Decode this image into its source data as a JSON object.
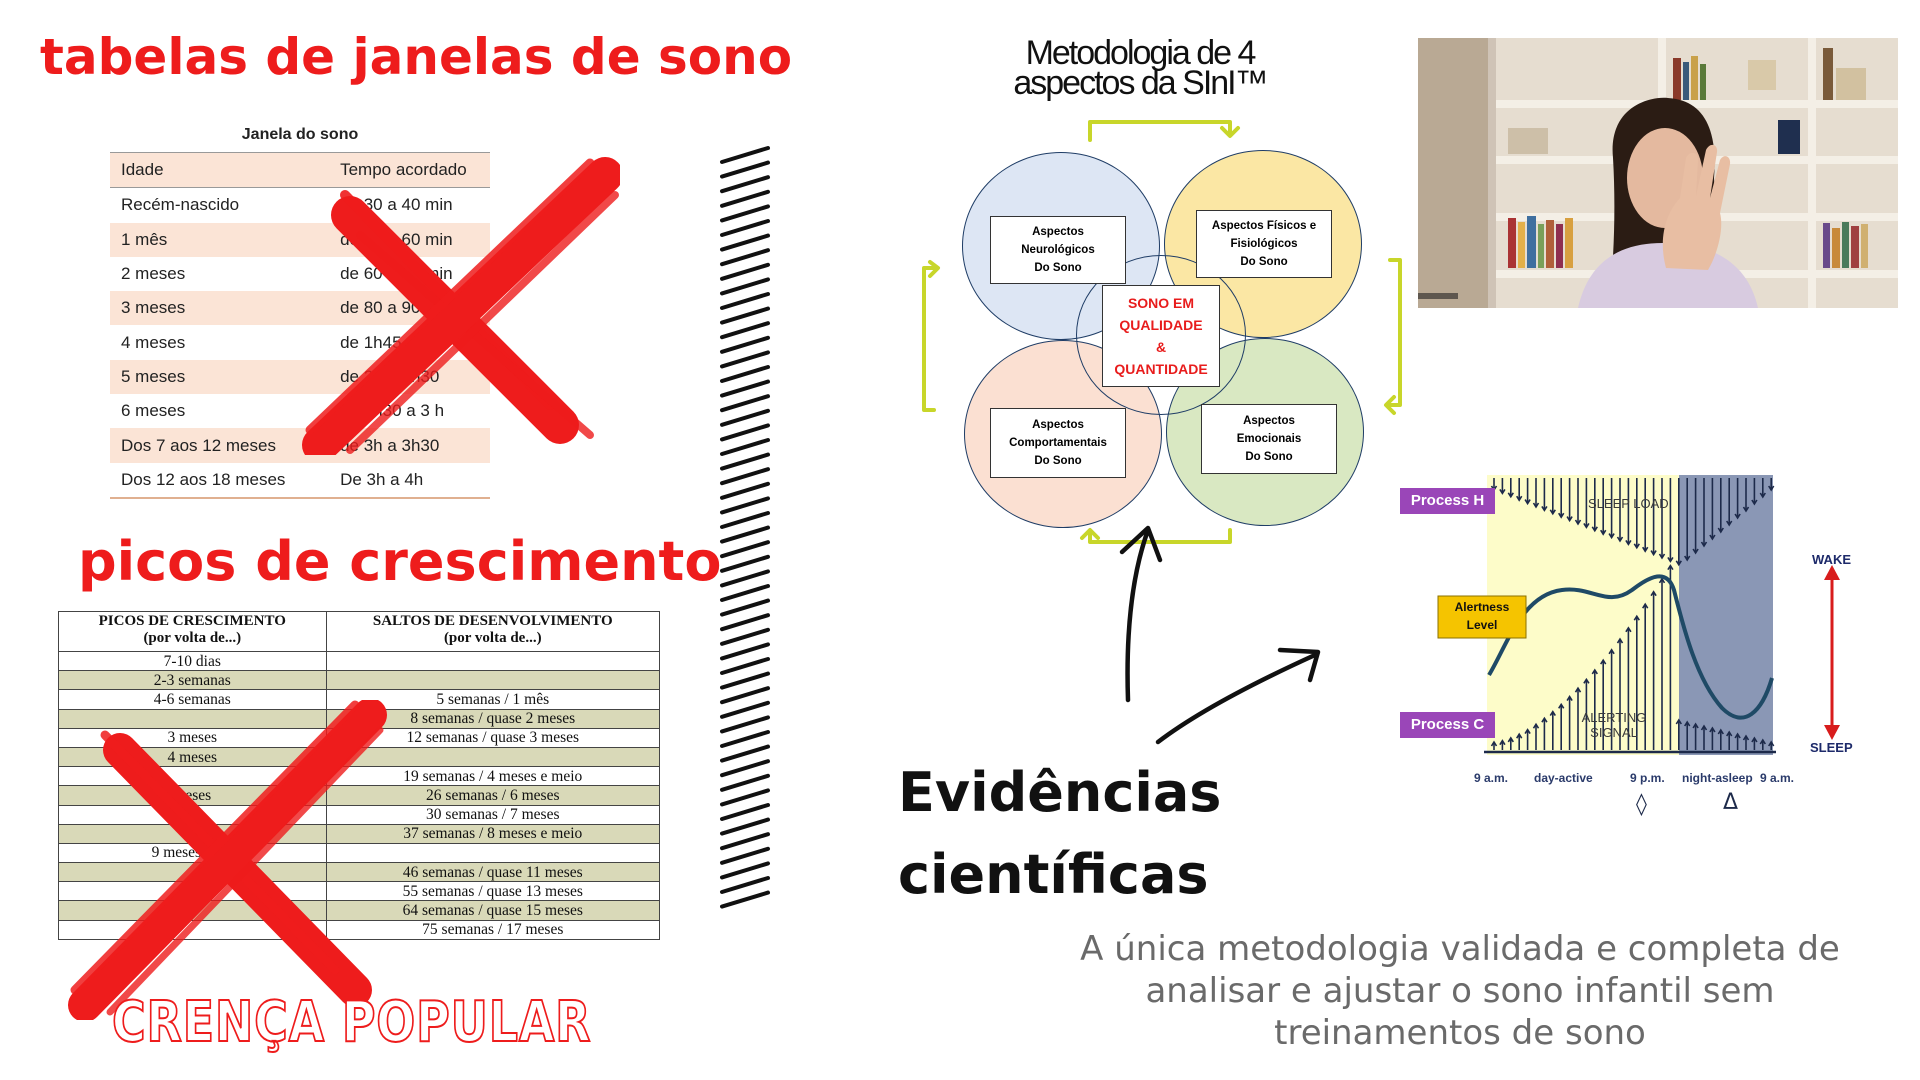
{
  "colors": {
    "accent_red": "#ee1c1c",
    "dark": "#111111",
    "grey_text": "#6a6a6a"
  },
  "left": {
    "title1": "tabelas de janelas de sono",
    "title2": "picos de crescimento",
    "crenca": "CRENÇA POPULAR",
    "janela_table": {
      "caption": "Janela do sono",
      "col1": "Idade",
      "col2": "Tempo acordado",
      "rows": [
        [
          "Recém-nascido",
          "de 30 a 40 min"
        ],
        [
          "1 mês",
          "de 40 a 60 min"
        ],
        [
          "2 meses",
          "de 60 a 90 min"
        ],
        [
          "3 meses",
          "de 80 a 90 min"
        ],
        [
          "4 meses",
          "de 1h45 a 2h"
        ],
        [
          "5 meses",
          "de 2h a 2h30"
        ],
        [
          "6 meses",
          "de 2h30 a 3 h"
        ],
        [
          "Dos 7 aos 12  meses",
          "de 3h a 3h30"
        ],
        [
          "Dos 12 aos 18 meses",
          "De 3h a 4h"
        ]
      ]
    },
    "growth_table": {
      "h1_line1": "PICOS DE CRESCIMENTO",
      "h1_line2": "(por volta de...)",
      "h2_line1": "SALTOS DE DESENVOLVIMENTO",
      "h2_line2": "(por volta de...)",
      "rows": [
        [
          "7-10 dias",
          ""
        ],
        [
          "2-3 semanas",
          ""
        ],
        [
          "4-6 semanas",
          "5 semanas / 1 mês"
        ],
        [
          "",
          "8 semanas / quase 2 meses"
        ],
        [
          "3 meses",
          "12 semanas / quase 3 meses"
        ],
        [
          "4 meses",
          ""
        ],
        [
          "",
          "19 semanas / 4 meses e meio"
        ],
        [
          "meses",
          "26 semanas / 6 meses"
        ],
        [
          "",
          "30 semanas / 7 meses"
        ],
        [
          "",
          "37 semanas / 8 meses e meio"
        ],
        [
          "9 meses (n           s)",
          ""
        ],
        [
          "",
          "46 semanas / quase 11 meses"
        ],
        [
          "",
          "55 semanas / quase 13 meses"
        ],
        [
          "",
          "64 semanas / quase 15 meses"
        ],
        [
          "",
          "75 semanas / 17 meses"
        ]
      ]
    }
  },
  "methodology": {
    "title_line1": "Metodologia de 4",
    "title_line2": "aspectos da SInI™",
    "center_lines": [
      "SONO EM",
      "QUALIDADE",
      "&",
      "QUANTIDADE"
    ],
    "neuro": [
      "Aspectos",
      "Neurológicos",
      "Do Sono"
    ],
    "fisico": [
      "Aspectos Físicos e",
      "Fisiológicos",
      "Do Sono"
    ],
    "comport": [
      "Aspectos",
      "Comportamentais",
      "Do Sono"
    ],
    "emocional": [
      "Aspectos",
      "Emocionais",
      "Do Sono"
    ]
  },
  "evidencias_line1": "Evidências",
  "evidencias_line2": "científicas",
  "subtitle_lines": [
    "A única metodologia validada e completa de",
    "analisar e ajustar o  sono infantil sem",
    "treinamentos de sono"
  ],
  "sleep_chart": {
    "process_h": "Process H",
    "process_c": "Process C",
    "alertness": [
      "Alertness",
      "Level"
    ],
    "sleep_load": "SLEEP LOAD",
    "alerting_signal": [
      "ALERTING",
      "SIGNAL"
    ],
    "wake": "WAKE",
    "sleep": "SLEEP",
    "x_labels": [
      "9 a.m.",
      "day-active",
      "9 p.m.",
      "night-asleep",
      "9 a.m."
    ],
    "markers": [
      "◊",
      "Δ"
    ]
  }
}
